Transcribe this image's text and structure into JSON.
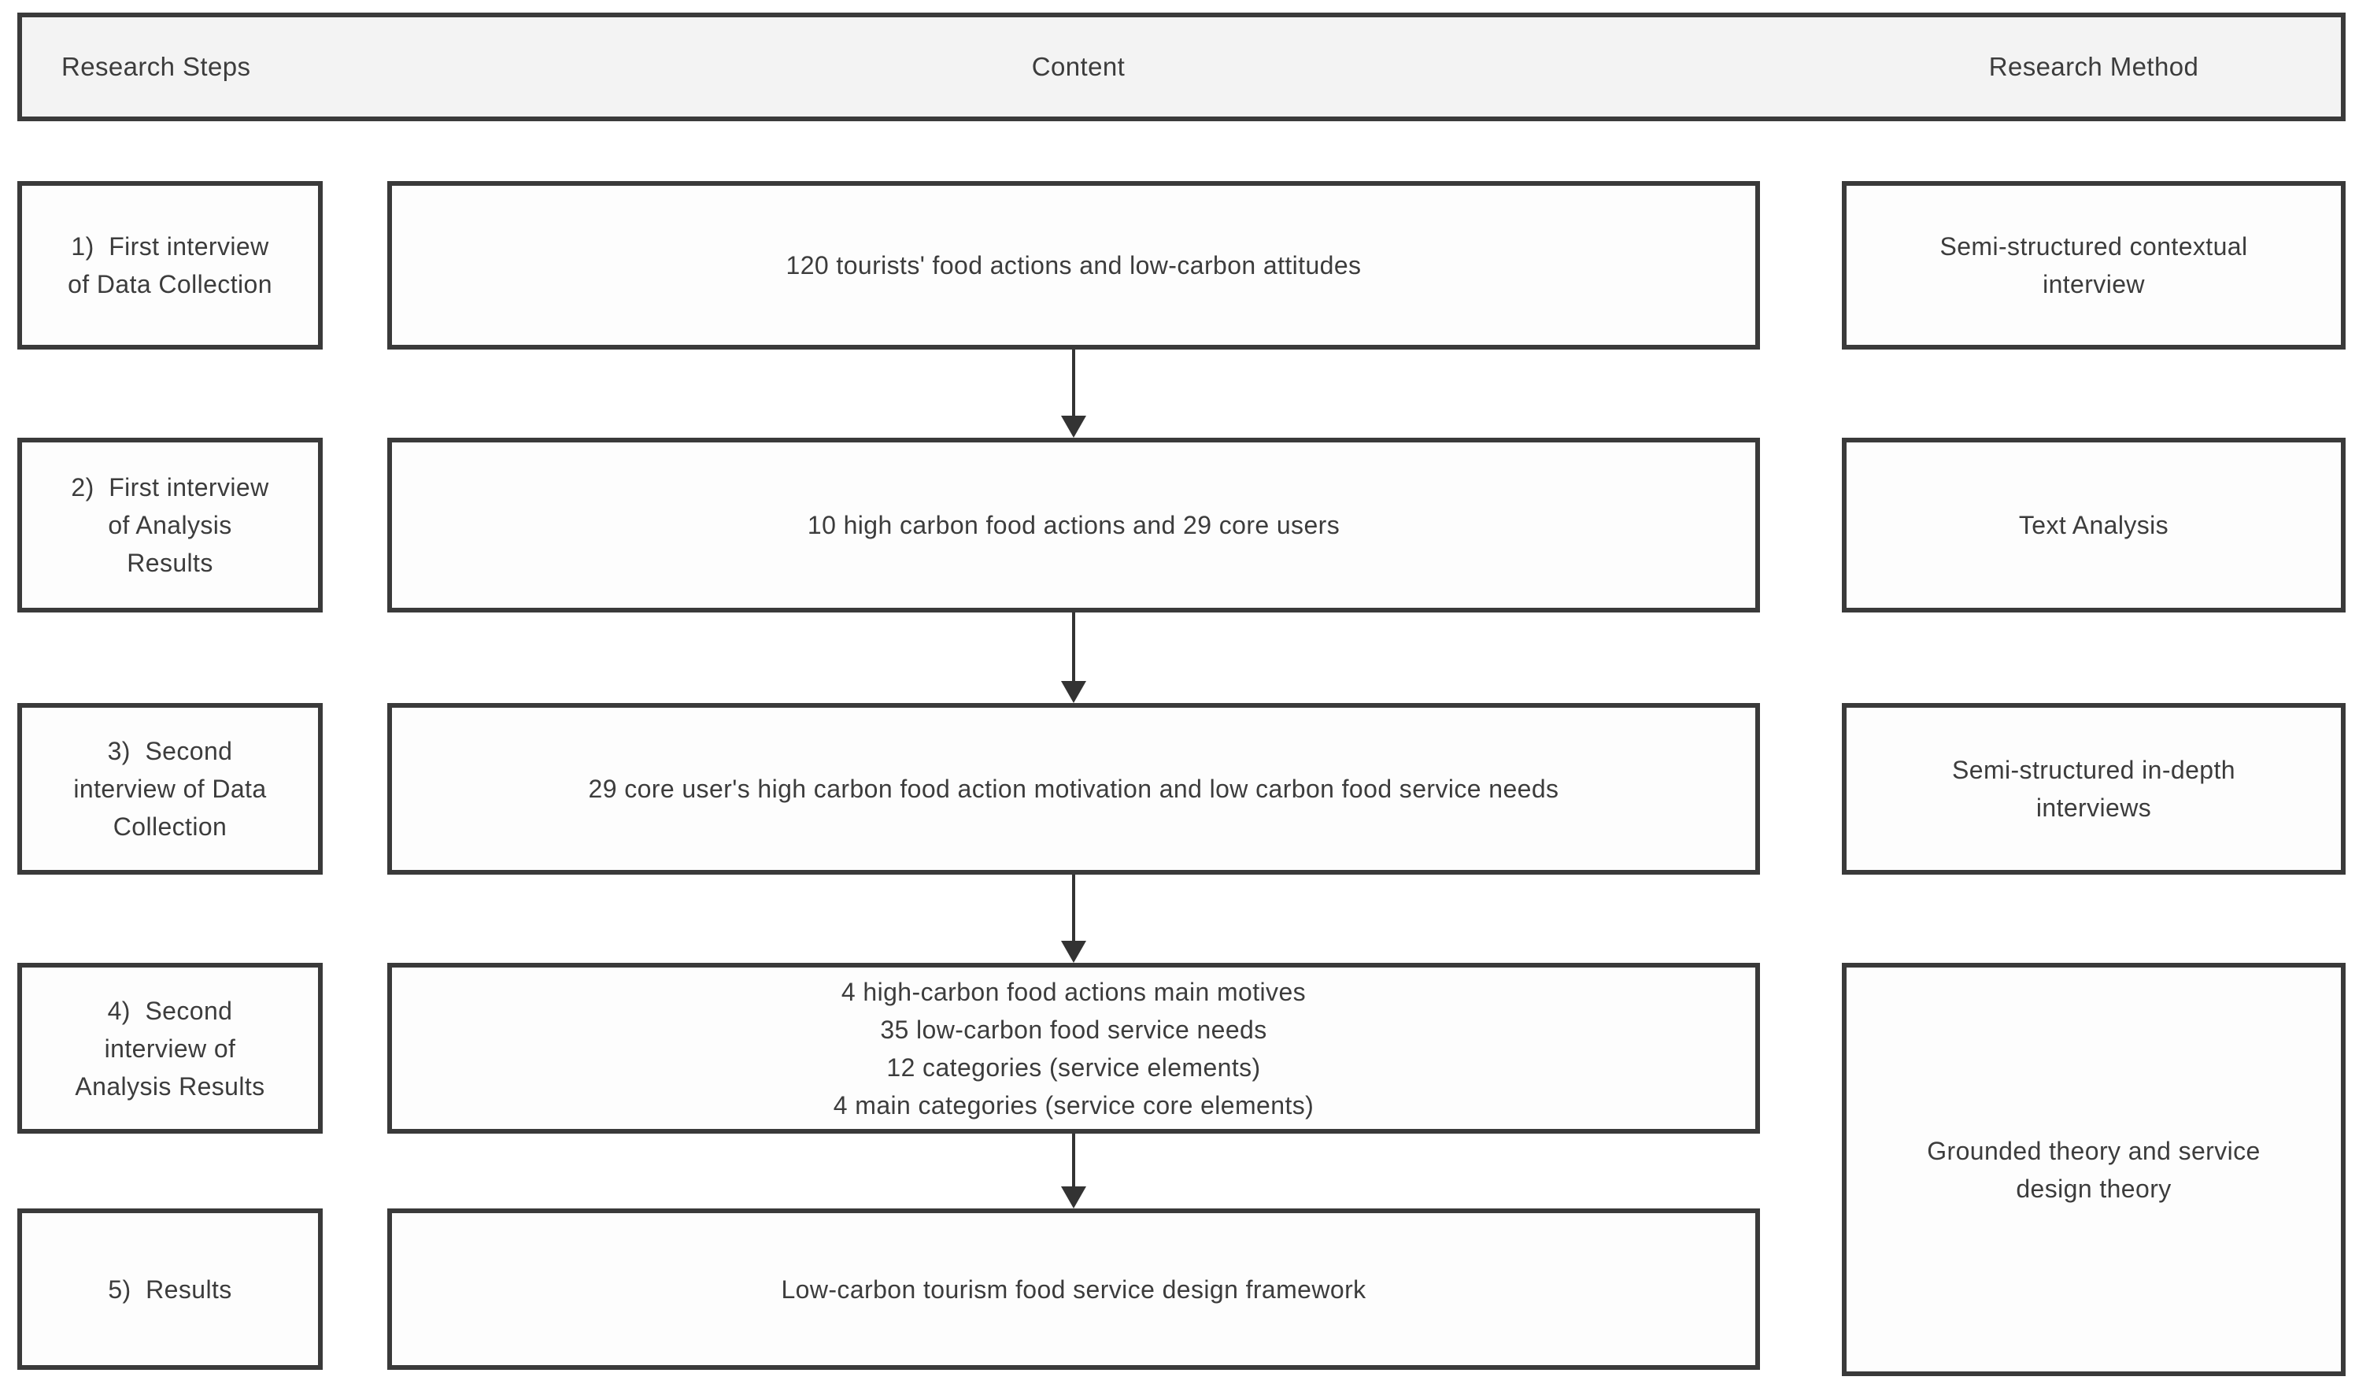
{
  "diagram": {
    "type": "flowchart",
    "header": {
      "research_steps": "Research Steps",
      "content": "Content",
      "research_method": "Research Method"
    },
    "rows": [
      {
        "step_lines": [
          "1)  First interview",
          "of Data Collection"
        ],
        "content_lines": [
          "120 tourists' food actions and low-carbon attitudes"
        ],
        "method_lines": [
          "Semi-structured contextual",
          "interview"
        ]
      },
      {
        "step_lines": [
          "2)  First interview",
          "of Analysis",
          "Results"
        ],
        "content_lines": [
          "10 high carbon food actions and 29 core users"
        ],
        "method_lines": [
          "Text Analysis"
        ]
      },
      {
        "step_lines": [
          "3)  Second",
          "interview of Data",
          "Collection"
        ],
        "content_lines": [
          "29 core user's high carbon food action motivation and low carbon food service needs"
        ],
        "method_lines": [
          "Semi-structured in-depth",
          "interviews"
        ]
      },
      {
        "step_lines": [
          "4)  Second",
          "interview of",
          "Analysis Results"
        ],
        "content_lines": [
          "4 high-carbon food actions main motives",
          "35 low-carbon food service needs",
          "12 categories (service elements)",
          "4 main categories (service core elements)"
        ]
      },
      {
        "step_lines": [
          "5)  Results"
        ],
        "content_lines": [
          "Low-carbon tourism food service design framework"
        ]
      }
    ],
    "merged_method": {
      "lines": [
        "Grounded theory and service",
        "design theory"
      ],
      "applies_to_rows": [
        4,
        5
      ]
    },
    "arrows": {
      "count": 4,
      "direction": "down"
    },
    "colors": {
      "border": "#3a3a3a",
      "header_bg": "#f3f3f3",
      "box_bg": "#fdfdfd",
      "text": "#3c3c3c"
    }
  }
}
